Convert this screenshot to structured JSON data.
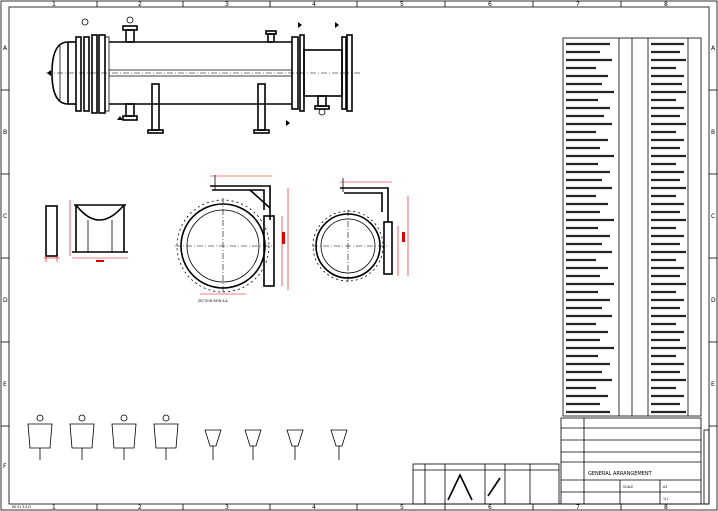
{
  "sheet": {
    "columns": [
      "1",
      "2",
      "3",
      "4",
      "5",
      "6",
      "7",
      "8"
    ],
    "rows": [
      "A",
      "B",
      "C",
      "D",
      "E",
      "F"
    ],
    "corner_code": "KK 01 3.0.D"
  },
  "title_block": {
    "title": "GENERAL ARRANGEMENT",
    "sheet_label": "1/1",
    "scale_label": "SCALE",
    "size_label": "A3"
  },
  "views": {
    "section_label": "SECTION VIEW A-A"
  },
  "colors": {
    "line": "#000000",
    "dimension": "#e00000",
    "paper": "#ffffff"
  }
}
